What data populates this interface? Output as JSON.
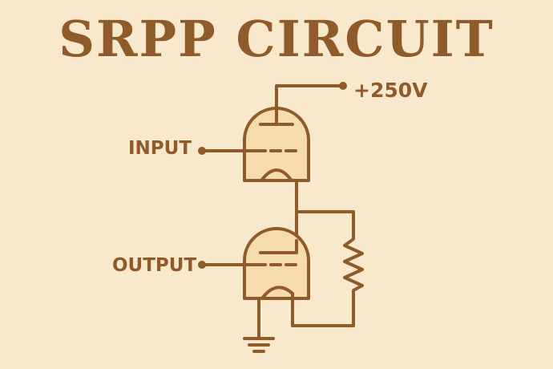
{
  "title": "SRPP CIRCUIT",
  "labels": {
    "supply": "+250V",
    "input": "INPUT",
    "output": "OUTPUT"
  },
  "colors": {
    "background": "#f9e9cc",
    "ink": "#8f5b2a",
    "tube_fill": "#f6dcac"
  },
  "components": [
    {
      "type": "vacuum-tube",
      "role": "upper-triode"
    },
    {
      "type": "vacuum-tube",
      "role": "lower-triode"
    },
    {
      "type": "resistor",
      "role": "cathode-resistor"
    },
    {
      "type": "ground",
      "role": "ground"
    }
  ]
}
